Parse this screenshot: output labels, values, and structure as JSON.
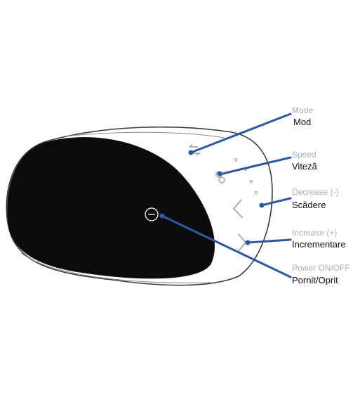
{
  "labels": {
    "mode": {
      "en": "Mode",
      "ro": "Mod"
    },
    "speed": {
      "en": "Speed",
      "ro": "Viteză"
    },
    "decrease": {
      "en": "Decrease (-)",
      "ro": "Scădere"
    },
    "increase": {
      "en": "Increase (+)",
      "ro": "Incrementare"
    },
    "power": {
      "en": "Power ON/OFF",
      "ro": "Pornit/Oprit"
    }
  },
  "colors": {
    "leader_line": "#2f58a0",
    "panel": "#0b0b0b",
    "outline": "#3a3a3a",
    "english_text": "#a7adb6",
    "romanian_text": "#111111"
  },
  "icons": [
    "mode-icon",
    "speed-icon",
    "decrease-chevron-icon",
    "increase-chevron-icon",
    "power-icon"
  ]
}
